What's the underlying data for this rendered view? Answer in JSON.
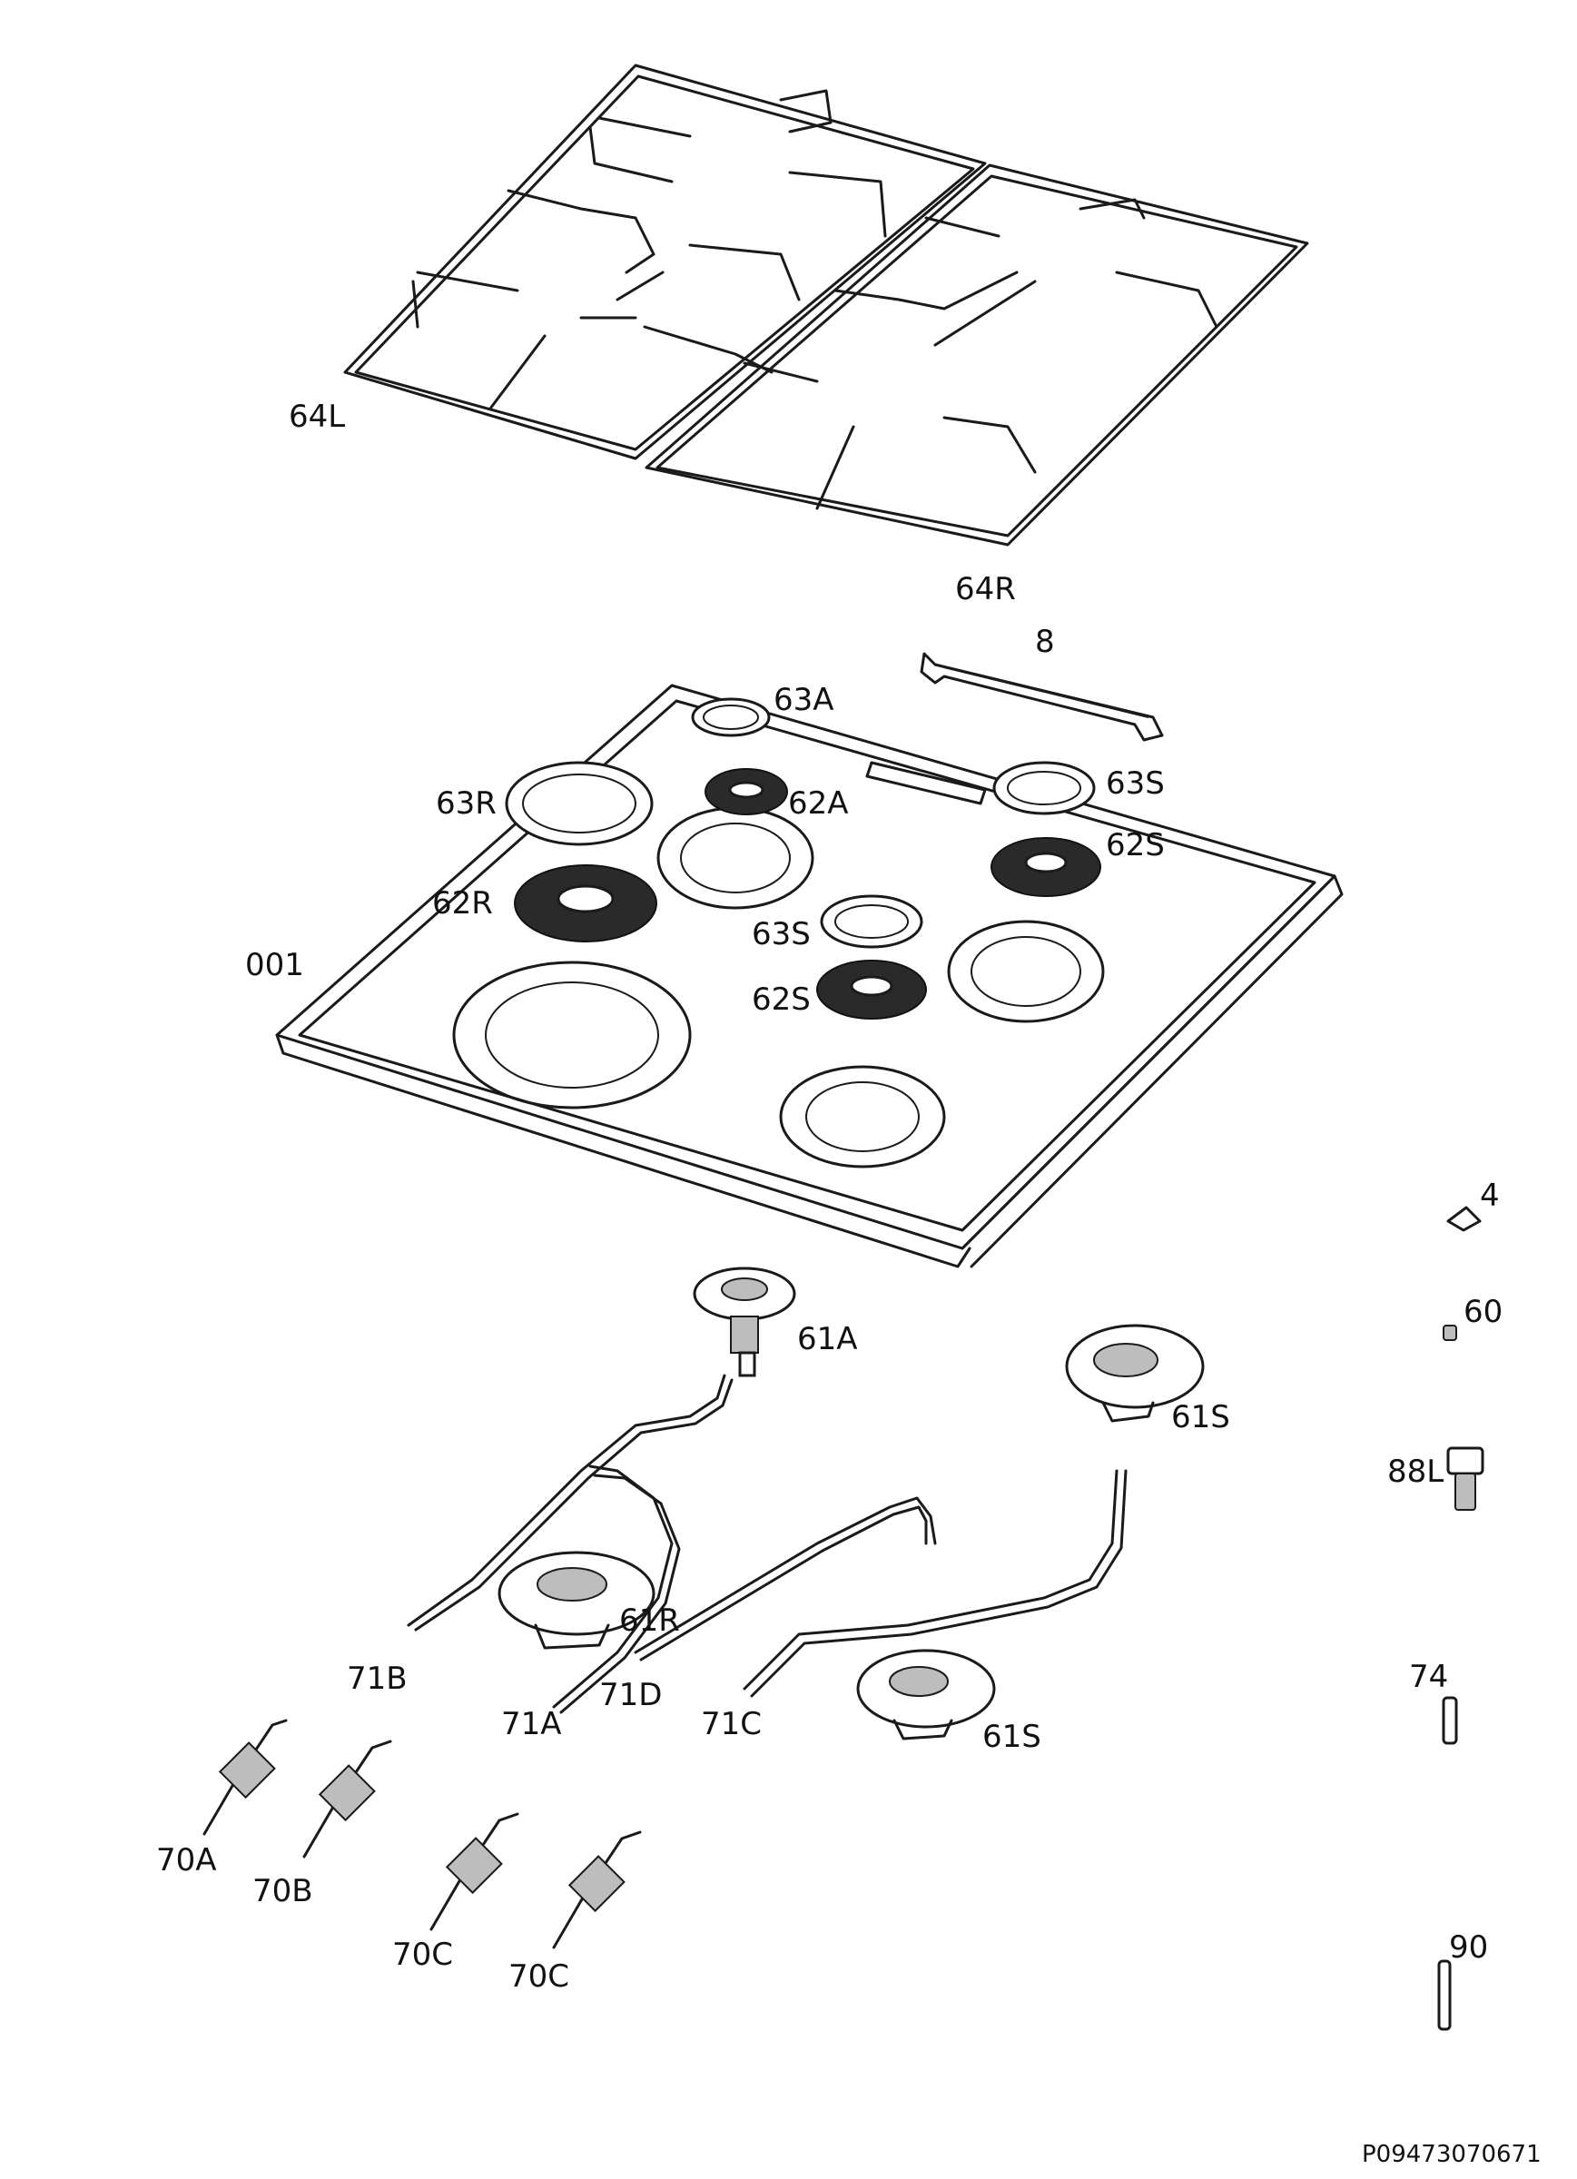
{
  "labels": {
    "grid_left": "64L",
    "grid_right": "64R",
    "handle": "8",
    "cap_63A": "63A",
    "cap_63R": "63R",
    "crown_62A": "62A",
    "cap_63S_top": "63S",
    "crown_62S_top": "62S",
    "crown_62R": "62R",
    "hob_top": "001",
    "cap_63S_mid": "63S",
    "crown_62S_mid": "62S",
    "spring_4": "4",
    "part_60": "60",
    "burner_61A": "61A",
    "burner_61S_top": "61S",
    "nozzle_88L": "88L",
    "burner_61R": "61R",
    "pipe_71B": "71B",
    "pipe_71D": "71D",
    "pipe_71A": "71A",
    "pipe_71C": "71C",
    "burner_61S_bottom": "61S",
    "part_74": "74",
    "valve_70A": "70A",
    "valve_70B": "70B",
    "valve_70C_1": "70C",
    "valve_70C_2": "70C",
    "thermocouple_90": "90",
    "drawing_code": "P09473070671"
  }
}
